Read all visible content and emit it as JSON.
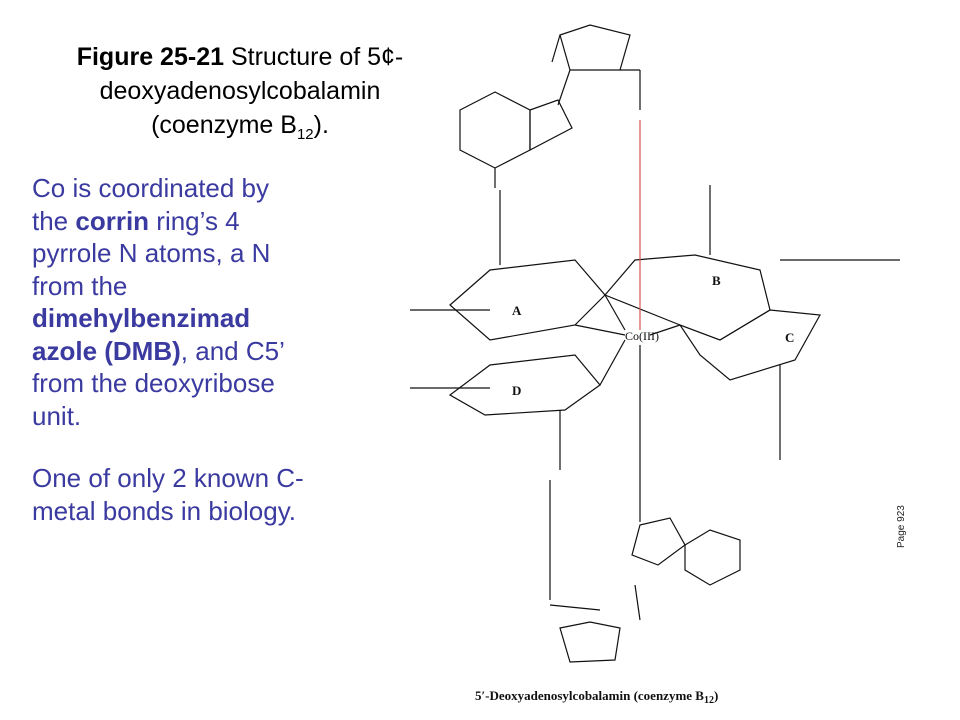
{
  "title": {
    "figure_label": "Figure 25-21",
    "line1_rest": "Structure of 5¢-",
    "line2": "deoxyadenosylcobalamin",
    "line3_prefix": "(coenzyme B",
    "line3_sub": "12",
    "line3_suffix": ")."
  },
  "body": {
    "p1": [
      {
        "text": "Co is coordinated by the ",
        "bold": false
      },
      {
        "text": "corrin",
        "bold": true
      },
      {
        "text": " ring’s 4 pyrrole N atoms, a N from the ",
        "bold": false
      },
      {
        "text": "dimehylbenzimad azole (DMB)",
        "bold": true
      },
      {
        "text": ", and C5’ from the deoxyribose  unit.",
        "bold": false
      }
    ],
    "p2": "One of only 2 known C-metal bonds in biology."
  },
  "page_ref": "Page 923",
  "structure": {
    "caption_prefix": "5′-Deoxyadenosylcobalamin (coenzyme B",
    "caption_sub": "12",
    "caption_suffix": ")",
    "metal": "Co(III)",
    "ring_labels": [
      "A",
      "B",
      "C",
      "D"
    ],
    "bond_color": "#d9534f"
  }
}
